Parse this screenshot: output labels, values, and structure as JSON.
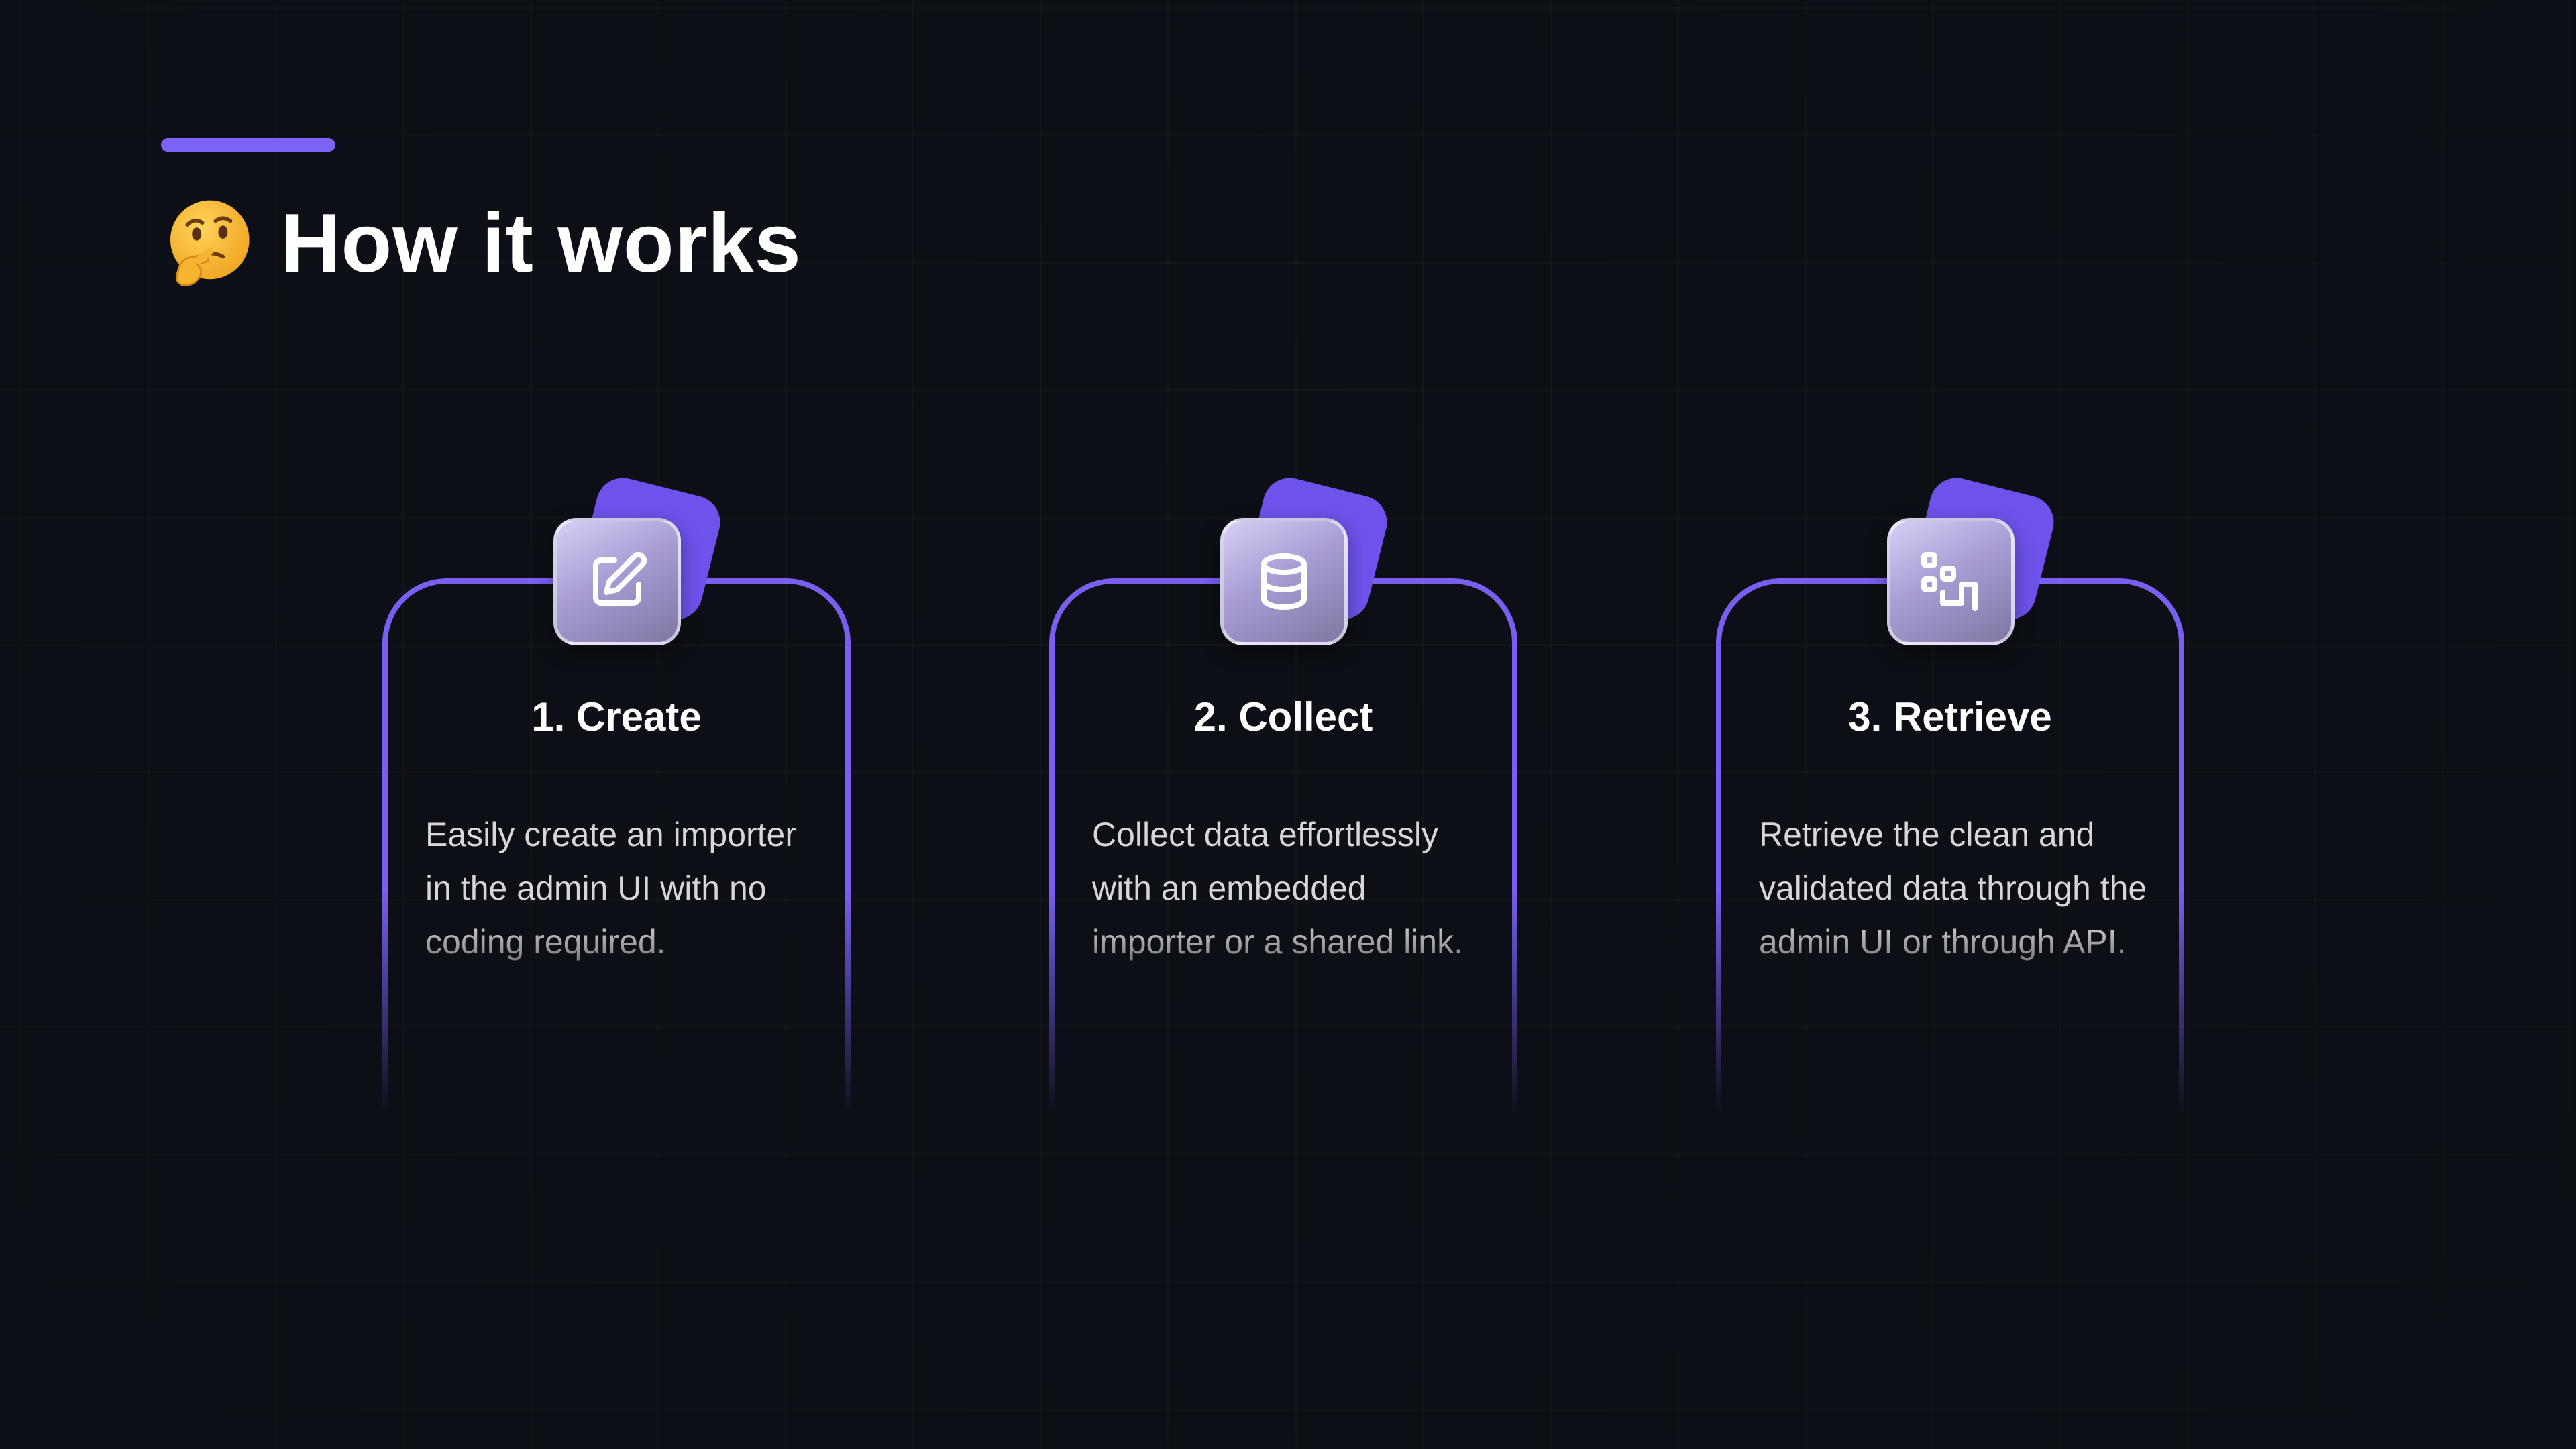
{
  "header": {
    "emoji_icon": "thinking-face-icon",
    "title": "How it works"
  },
  "colors": {
    "background": "#0c0f15",
    "accent": "#7c63f5",
    "card_border": "#7a5ef0",
    "text_primary": "#ffffff",
    "text_secondary": "#d6d6dc"
  },
  "steps": [
    {
      "icon": "edit-icon",
      "title": "1. Create",
      "description": "Easily create an importer in the admin UI with no coding required."
    },
    {
      "icon": "database-icon",
      "title": "2. Collect",
      "description": "Collect data effortlessly with an embedded importer or a shared link."
    },
    {
      "icon": "data-flow-icon",
      "title": "3. Retrieve",
      "description": "Retrieve the clean and validated data through the admin UI or through API."
    }
  ]
}
